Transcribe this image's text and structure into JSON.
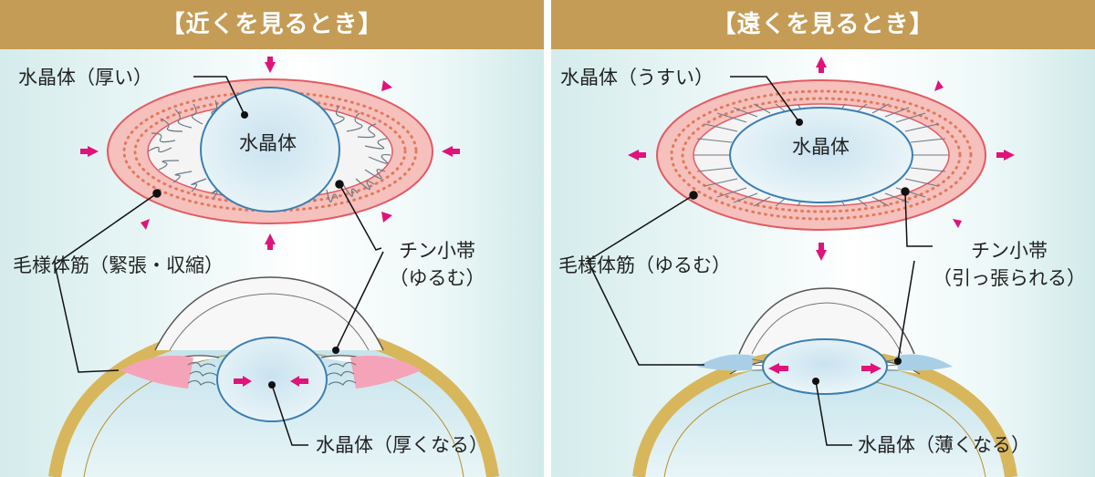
{
  "colors": {
    "title_bar": "#c49c55",
    "muscle_ring": "#f6c0bc",
    "muscle_dots": "#e07a5a",
    "arrow": "#e0137a",
    "sclera": "#d8b75c",
    "lens_outline": "#3b7fb3",
    "contracted_muscle": "#f5a3b8",
    "relaxed_muscle": "#a8cfe6"
  },
  "near": {
    "title": "【近くを見るとき】",
    "lens_thick_label": "水晶体（厚い）",
    "lens_label": "水晶体",
    "ciliary_label": "毛様体筋（緊張・収縮）",
    "zonule_label": "チン小帯",
    "zonule_state": "（ゆるむ）",
    "lens_result_label": "水晶体（厚くなる）"
  },
  "far": {
    "title": "【遠くを見るとき】",
    "lens_thin_label": "水晶体（うすい）",
    "lens_label": "水晶体",
    "ciliary_label": "毛様体筋（ゆるむ）",
    "zonule_label": "チン小帯",
    "zonule_state": "（引っ張られる）",
    "lens_result_label": "水晶体（薄くなる）"
  }
}
